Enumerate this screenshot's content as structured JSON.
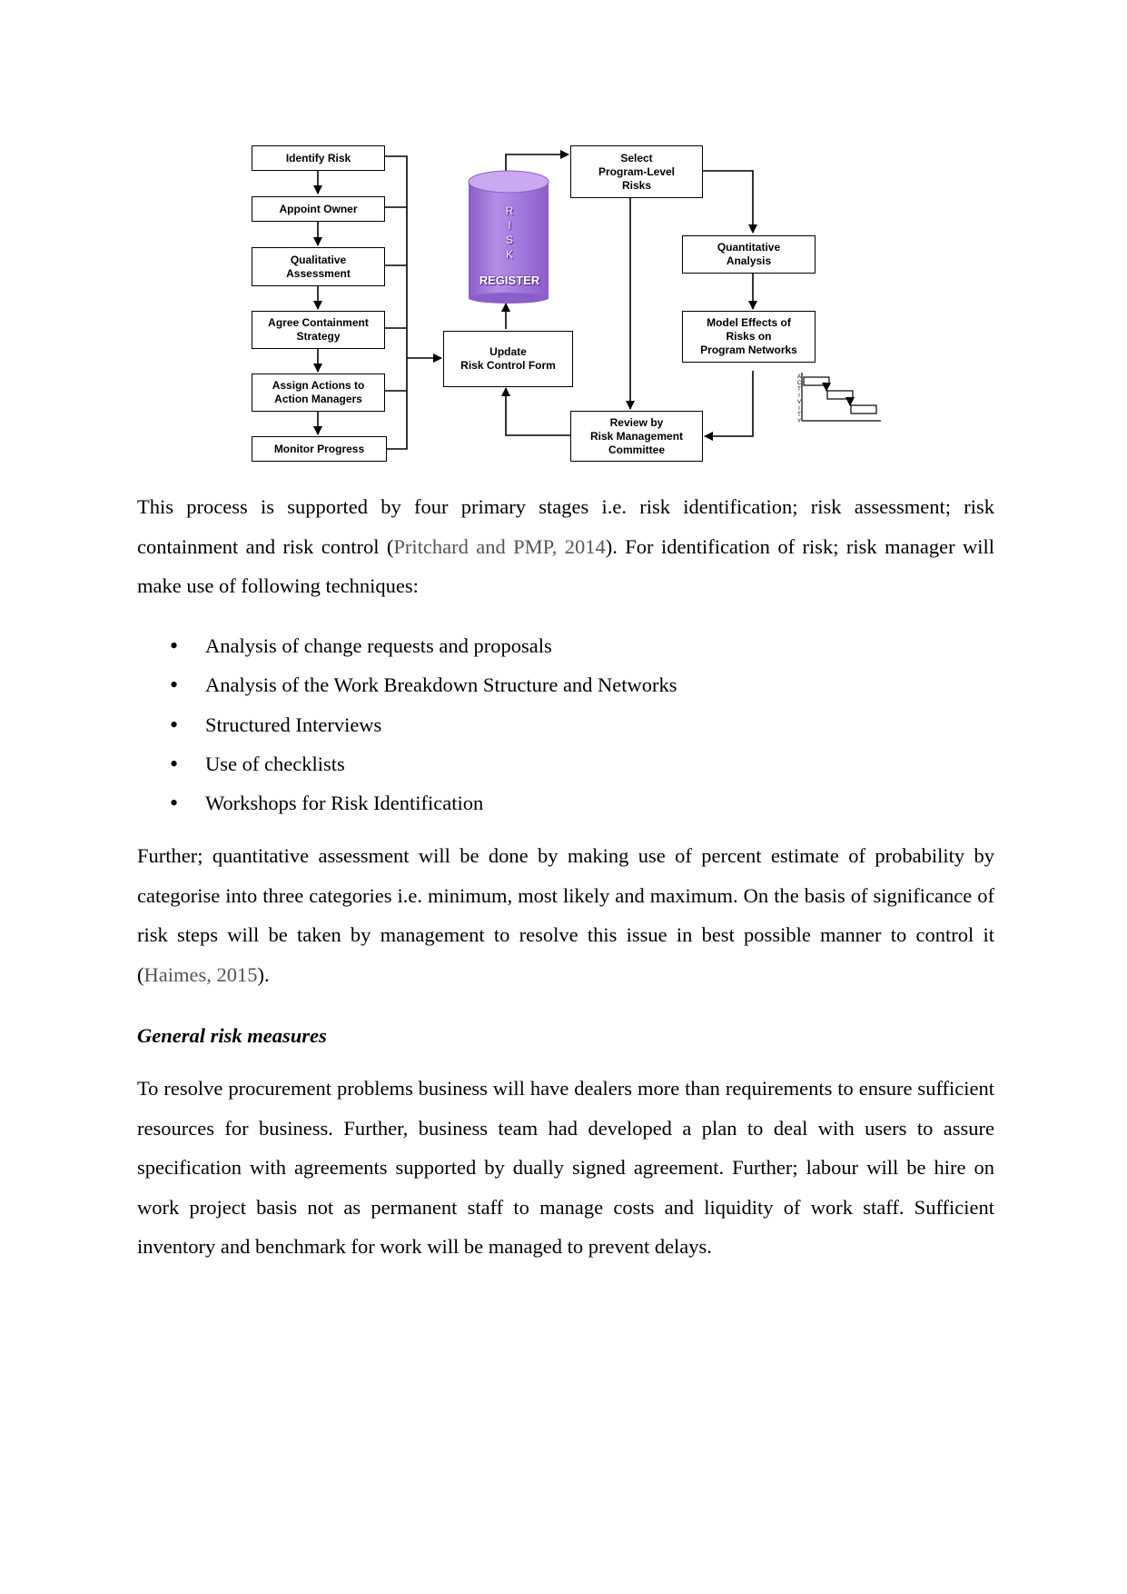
{
  "diagram": {
    "boxes": {
      "identify_risk": "Identify Risk",
      "appoint_owner": "Appoint Owner",
      "qualitative_assessment": "Qualitative\nAssessment",
      "agree_containment": "Agree Containment\nStrategy",
      "assign_actions": "Assign Actions to\nAction Managers",
      "monitor_progress": "Monitor Progress",
      "update_form": "Update\nRisk Control Form",
      "select_program": "Select\nProgram-Level\nRisks",
      "quantitative_analysis": "Quantitative\nAnalysis",
      "model_effects": "Model Effects of\nRisks on\nProgram Networks",
      "review_committee": "Review by\nRisk Management\nCommittee"
    },
    "register_letters": "R\nI\nS\nK",
    "register_label": "REGISTER",
    "activity_label": "A\nC\nT\nI\nV\nI\nT\nY",
    "register_color": "#9b6fd6"
  },
  "paragraphs": {
    "p1_before": "This process is supported by four primary stages i.e. risk identification; risk assessment; risk containment and risk control (",
    "p1_cite": "Pritchard and PMP, 2014",
    "p1_after": "). For identification of risk; risk manager will make use of following techniques:",
    "p2_before": "Further; quantitative assessment will be done by making use of percent estimate of probability by categorise into three categories i.e. minimum, most likely and maximum. On the basis of significance of risk steps will be taken by management to resolve this issue in best possible manner to control it (",
    "p2_cite": "Haimes, 2015",
    "p2_after": ").",
    "p3": "To resolve procurement problems business will have dealers more than requirements to ensure sufficient resources for business. Further, business team had developed a plan to deal with users to assure specification with agreements supported by dually signed agreement. Further; labour will be hire on work project basis not as permanent staff to manage costs and liquidity of work staff. Sufficient inventory and benchmark for work will be managed to prevent delays."
  },
  "bullets": [
    "Analysis of change requests and proposals",
    "Analysis of the Work Breakdown Structure and Networks",
    "Structured Interviews",
    "Use of checklists",
    "Workshops for Risk Identification"
  ],
  "heading": "General risk measures"
}
